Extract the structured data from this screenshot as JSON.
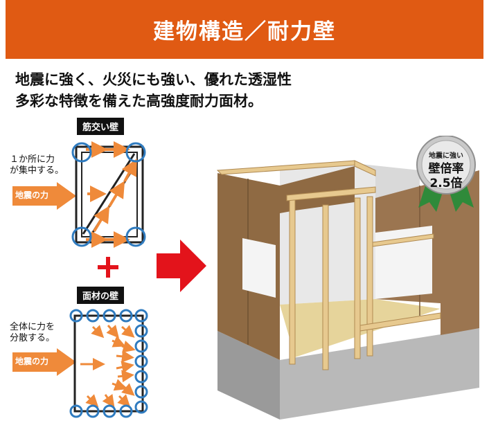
{
  "header": {
    "title": "建物構造／耐力壁"
  },
  "tagline": {
    "line1": "地震に強く、火災にも強い、優れた透湿性",
    "line2": "多彩な特徴を備えた高強度耐力面材。"
  },
  "brace_wall": {
    "label": "筋交い壁",
    "note_line1": "１か所に力",
    "note_line2": "が集中する。",
    "force_label": "地震の力"
  },
  "plus_symbol": "+",
  "panel_wall": {
    "label": "面材の壁",
    "note_line1": "全体に力を",
    "note_line2": "分散する。",
    "force_label": "地震の力"
  },
  "badge": {
    "top_text": "地震に強い",
    "middle_text": "壁倍率",
    "bottom_text": "2.5倍"
  },
  "colors": {
    "header_bg": "#e05a13",
    "arrow_orange": "#ef8a3a",
    "circle_blue": "#2f7bbf",
    "transition_red": "#e3131b",
    "panel_brown": "#8f6a43",
    "badge_green": "#2f8a3a",
    "badge_silver": "#c9c9c9"
  }
}
